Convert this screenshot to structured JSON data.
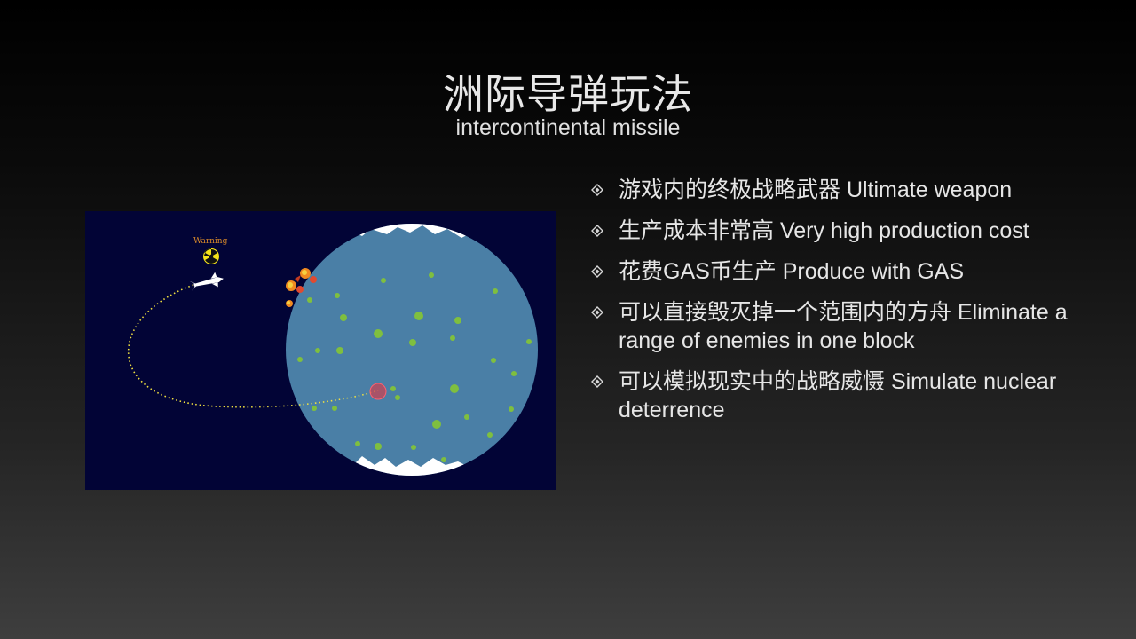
{
  "slide": {
    "title": "洲际导弹玩法",
    "subtitle": "intercontinental missile"
  },
  "illustration": {
    "warning_label": "Warning",
    "icons": [
      "radiation-icon",
      "missile-icon",
      "explosion-icon",
      "target-marker-icon"
    ],
    "colors": {
      "space": "#020436",
      "planet": "#4a7fa6",
      "ice": "#ffffff",
      "dots": "#7fbf3f",
      "trajectory": "#f0e040",
      "target": "#d04050"
    }
  },
  "bullets": [
    {
      "text": "游戏内的终极战略武器 Ultimate weapon"
    },
    {
      "text": "生产成本非常高 Very high production cost"
    },
    {
      "text": "花费GAS币生产 Produce with GAS"
    },
    {
      "text": "可以直接毁灭掉一个范围内的方舟 Eliminate a range of enemies in one block"
    },
    {
      "text": "可以模拟现实中的战略威慑 Simulate nuclear deterrence"
    }
  ]
}
